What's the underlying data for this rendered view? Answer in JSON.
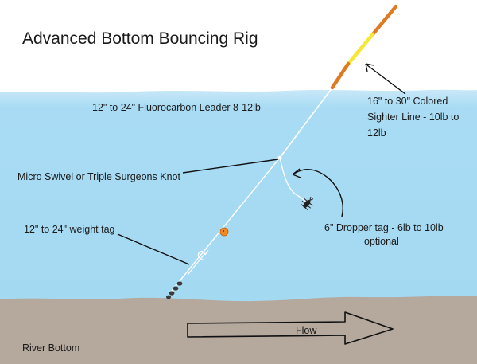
{
  "title": "Advanced Bottom Bouncing Rig",
  "labels": {
    "leader": "12\" to 24\"  Fluorocarbon Leader 8-12lb",
    "sighter_line1": "16\" to 30\" Colored",
    "sighter_line2": "Sighter Line - 10lb to",
    "sighter_line3": "12lb",
    "swivel": "Micro Swivel or Triple Surgeons Knot",
    "weight_tag": "12\" to 24\" weight tag",
    "dropper_line1": "6\" Dropper tag - 6lb to 10lb",
    "dropper_line2": "optional",
    "flow": "Flow",
    "river_bottom": "River Bottom"
  },
  "colors": {
    "sky": "#ffffff",
    "water": "#a9dcf4",
    "water_edge": "#d4ecf8",
    "river_bottom": "#b5a89d",
    "sighter_orange": "#e07a22",
    "sighter_yellow": "#f5e735",
    "line": "#ffffff",
    "bead": "#f08a1c",
    "weights": "#333333"
  },
  "icons": {
    "fly": "fly-icon",
    "hook": "hook-icon",
    "bead": "bead-icon",
    "weights": "split-shot-icon",
    "flow_arrow": "flow-arrow-icon"
  }
}
